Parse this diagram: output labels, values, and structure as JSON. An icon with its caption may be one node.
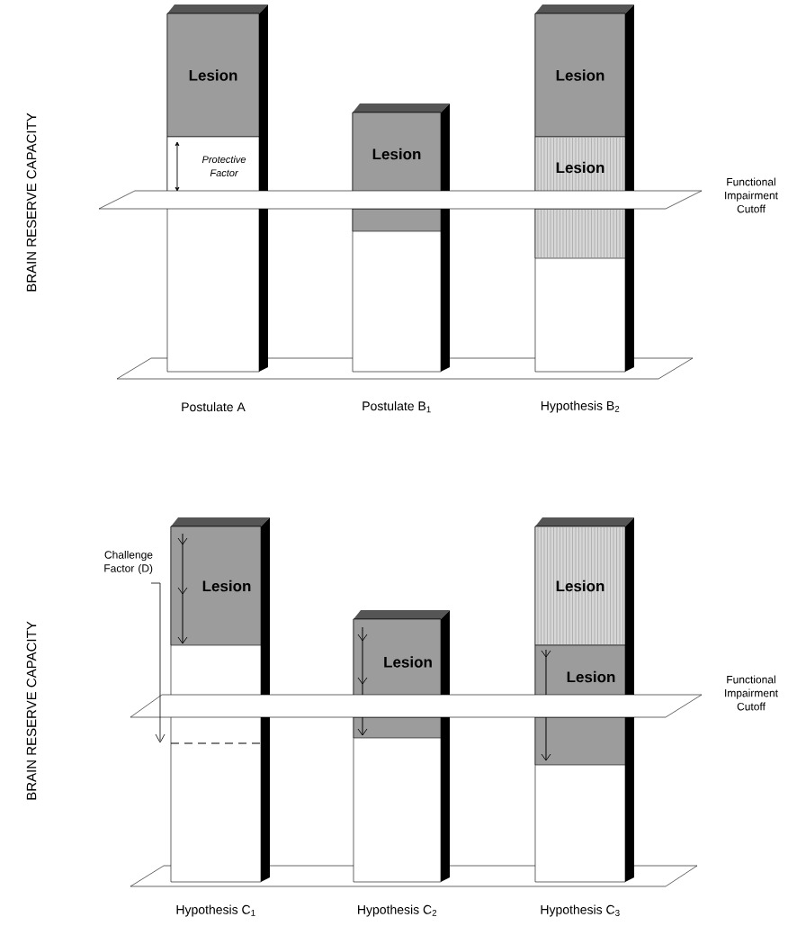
{
  "diagram": {
    "nodes": [
      {
        "text": [
          "Postulate A"
        ]
      },
      {
        "text": [
          "Lesion"
        ],
        "in": 0
      },
      {
        "text": [
          "Protective Factor"
        ],
        "in": 0
      },
      {
        "text": [
          "Postulate B$_{1}$"
        ]
      },
      {
        "text": [
          "Lesion"
        ],
        "in": 3
      },
      {
        "text": [
          "Hypothesis B$_{2}$"
        ]
      },
      {
        "text": [
          "Lesion"
        ],
        "in": 5
      },
      {
        "text": [
          "Lesion"
        ],
        "in": 5
      },
      {
        "text": [
          "Hypothesis C$_{1}$"
        ]
      },
      {
        "text": [
          "Lesion"
        ],
        "in": 8
      },
      {
        "text": [
          "Hypothesis C$_{2}$"
        ]
      },
      {
        "text": [
          "Lesion"
        ],
        "in": 10
      },
      {
        "text": [
          "Hypothesis C$_{3}$"
        ]
      },
      {
        "text": [
          "Lesion"
        ],
        "in": 12
      },
      {
        "text": [
          "Lesion"
        ],
        "in": 12
      }
    ],
    "labels": [
      "BRAIN RESERVE CAPACITY",
      "Functional Impairment Cutoff",
      "Challenge Factor (D)",
      "BRAIN RESERVE CAPACITY",
      "Functional Impairment Cutoff"
    ]
  }
}
